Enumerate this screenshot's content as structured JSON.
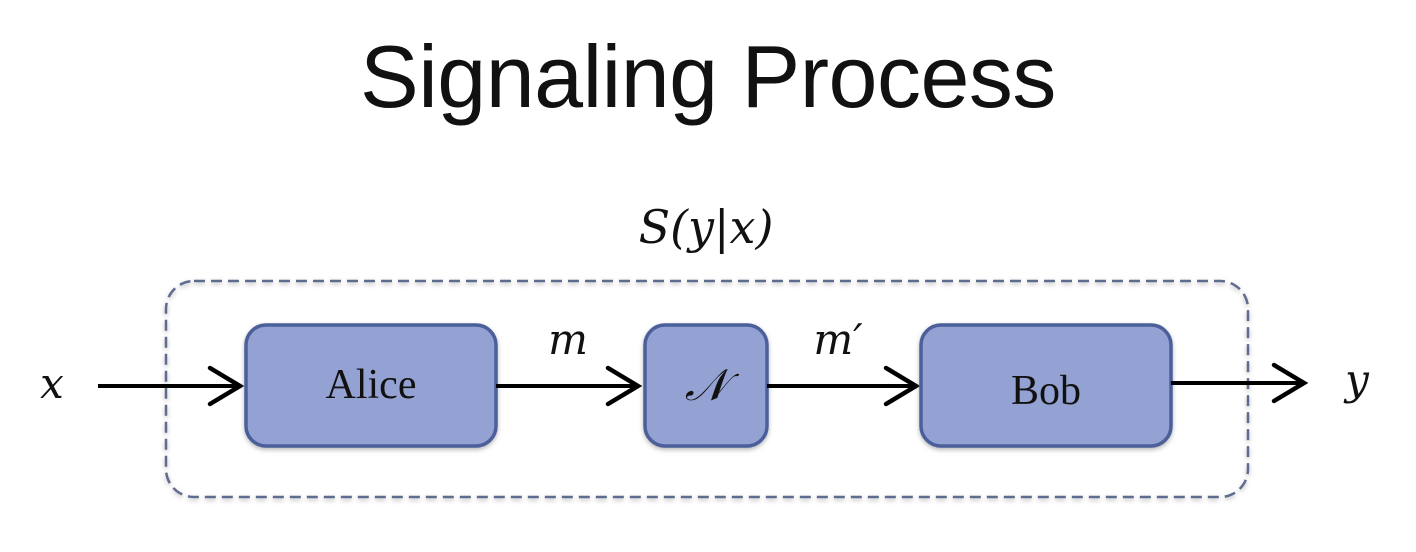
{
  "title": "Signaling Process",
  "diagram": {
    "outer_label": "S(y|x)",
    "input_label": "x",
    "output_label": "y",
    "message_label": "m",
    "received_label": "m′",
    "nodes": [
      {
        "label": "Alice"
      },
      {
        "label": "𝒩"
      },
      {
        "label": "Bob"
      }
    ]
  },
  "colors": {
    "box_fill": "#93a2d2",
    "box_stroke": "#4b5e9b",
    "dashed_stroke": "#5f6c8f",
    "arrow": "#000000",
    "text": "#111111"
  }
}
